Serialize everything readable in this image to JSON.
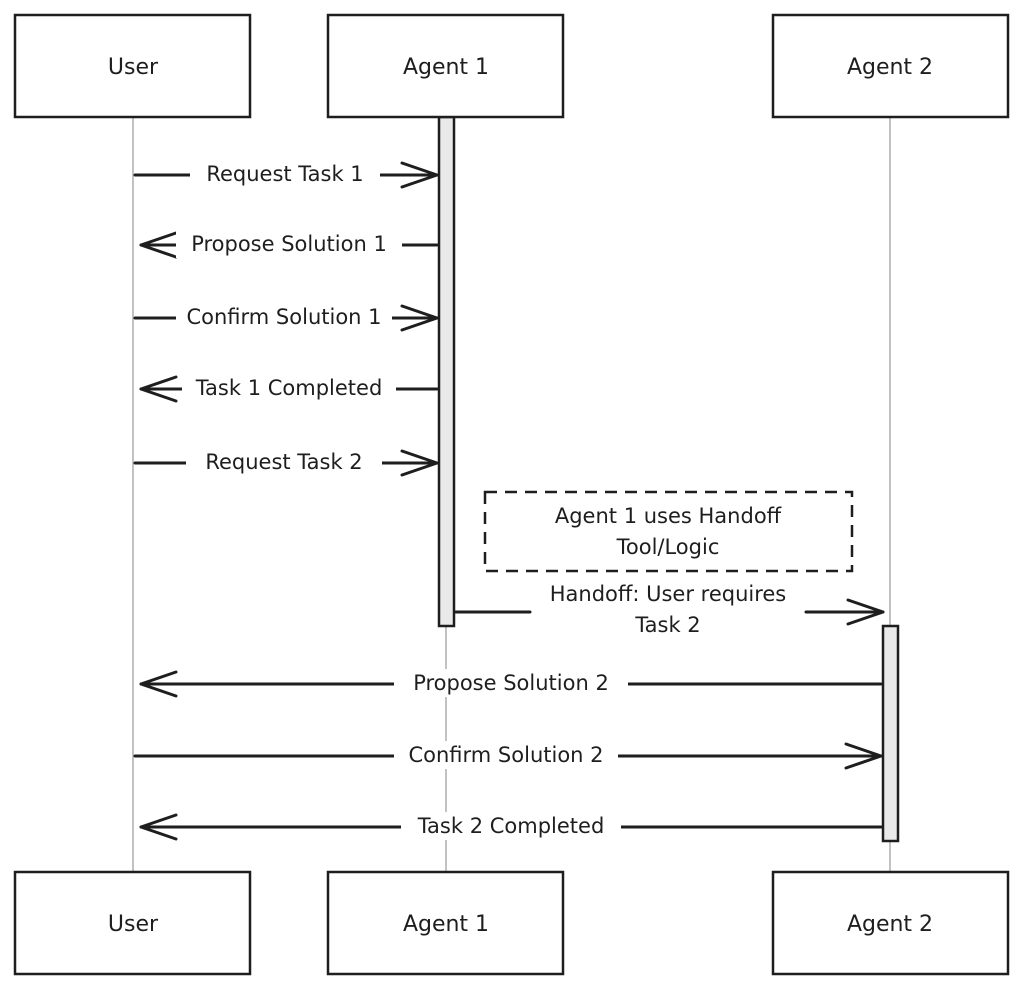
{
  "actors": [
    {
      "id": "user",
      "label": "User"
    },
    {
      "id": "agent1",
      "label": "Agent 1"
    },
    {
      "id": "agent2",
      "label": "Agent 2"
    }
  ],
  "messages": [
    {
      "from": "user",
      "to": "agent1",
      "label": "Request Task 1"
    },
    {
      "from": "agent1",
      "to": "user",
      "label": "Propose Solution 1"
    },
    {
      "from": "user",
      "to": "agent1",
      "label": "Confirm Solution 1"
    },
    {
      "from": "agent1",
      "to": "user",
      "label": "Task 1 Completed"
    },
    {
      "from": "user",
      "to": "agent1",
      "label": "Request Task 2"
    },
    {
      "from": "agent1",
      "to": "agent2",
      "label_line1": "Handoff: User requires",
      "label_line2": "Task 2"
    },
    {
      "from": "agent2",
      "to": "user",
      "label": "Propose Solution 2"
    },
    {
      "from": "user",
      "to": "agent2",
      "label": "Confirm Solution 2"
    },
    {
      "from": "agent2",
      "to": "user",
      "label": "Task 2 Completed"
    }
  ],
  "note": {
    "line1": "Agent 1 uses Handoff",
    "line2": "Tool/Logic"
  }
}
